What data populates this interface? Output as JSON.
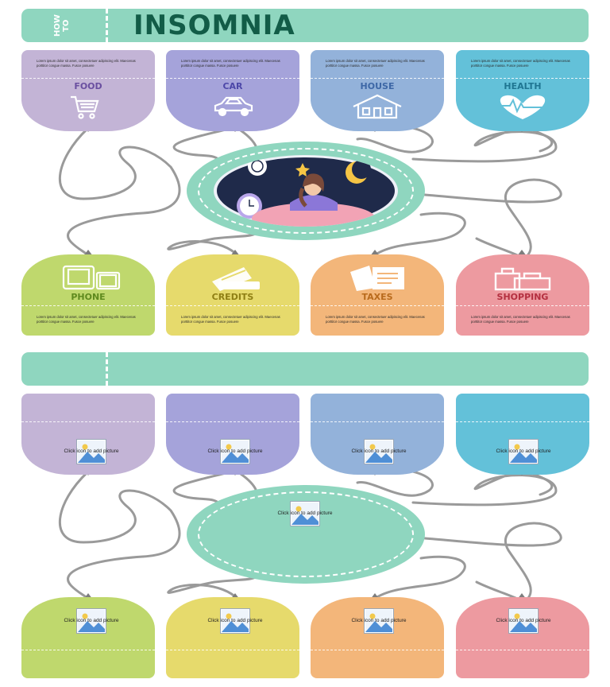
{
  "header": {
    "how_to": "HOW TO",
    "title": "INSOMNIA"
  },
  "lorem": "Lorem ipsum dolor sit amet, consectetuer adipiscing elit. Maecenas porttitor congue massa. Fusce posuere",
  "top_cards": [
    {
      "label": "FOOD",
      "color": "#c3b4d6",
      "text_color": "#6a4fa0",
      "icon": "shopping-cart-icon"
    },
    {
      "label": "CAR",
      "color": "#a5a3da",
      "text_color": "#4c47a8",
      "icon": "car-icon"
    },
    {
      "label": "HOUSE",
      "color": "#93b2da",
      "text_color": "#3d67a6",
      "icon": "house-icon"
    },
    {
      "label": "HEALTH",
      "color": "#63c1d9",
      "text_color": "#1f7692",
      "icon": "heart-pulse-icon"
    }
  ],
  "bottom_cards": [
    {
      "label": "PHONE",
      "color": "#bfd86d",
      "text_color": "#5f8a1e",
      "icon": "devices-icon"
    },
    {
      "label": "CREDITS",
      "color": "#e6da6c",
      "text_color": "#8f7f14",
      "icon": "credit-card-icon"
    },
    {
      "label": "TAXES",
      "color": "#f3b67a",
      "text_color": "#b86a1c",
      "icon": "tax-papers-icon"
    },
    {
      "label": "SHOPPING",
      "color": "#ed9aa0",
      "text_color": "#b43040",
      "icon": "shopping-bag-icon"
    }
  ],
  "placeholder_caption": "Click icon to add picture",
  "colors": {
    "banner": "#8fd6bf",
    "title": "#125c47",
    "rope": "#9a9a9a"
  }
}
